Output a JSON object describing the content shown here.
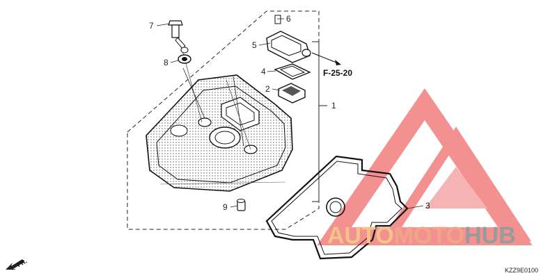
{
  "callouts": {
    "c1": "1",
    "c2": "2",
    "c3": "3",
    "c4": "4",
    "c5": "5",
    "c6": "6",
    "c7": "7",
    "c8": "8",
    "c9": "9"
  },
  "reference": "F-25-20",
  "diagram_code": "KZZ9E0100",
  "direction_label": "FR.",
  "watermark": {
    "part1": "AUTO",
    "part2": "MOTO",
    "part3": "HUB"
  },
  "colors": {
    "watermark_red": "#e84a4a",
    "watermark_orange": "#f2b56b",
    "watermark_gray": "#8c8c8c",
    "line": "#111111"
  }
}
